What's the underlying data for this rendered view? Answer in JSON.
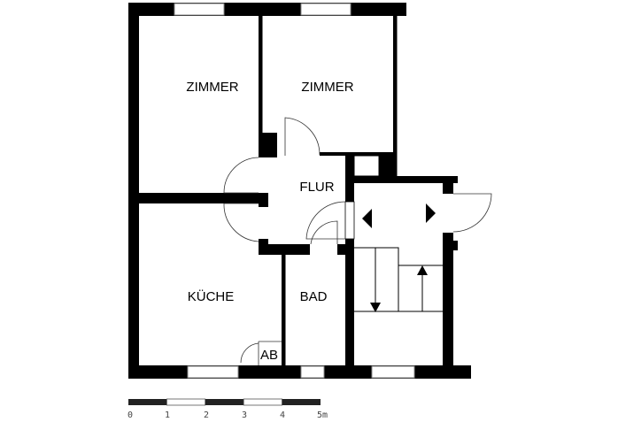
{
  "rooms": {
    "zimmer_left": "ZIMMER",
    "zimmer_right": "ZIMMER",
    "flur": "FLUR",
    "kueche": "KÜCHE",
    "bad": "BAD",
    "ab": "AB"
  },
  "scale_bar": {
    "labels": [
      "0",
      "1",
      "2",
      "3",
      "4",
      "5m"
    ],
    "unit": "m",
    "segments": 5
  },
  "colors": {
    "wall": "#000000",
    "background": "#ffffff"
  }
}
